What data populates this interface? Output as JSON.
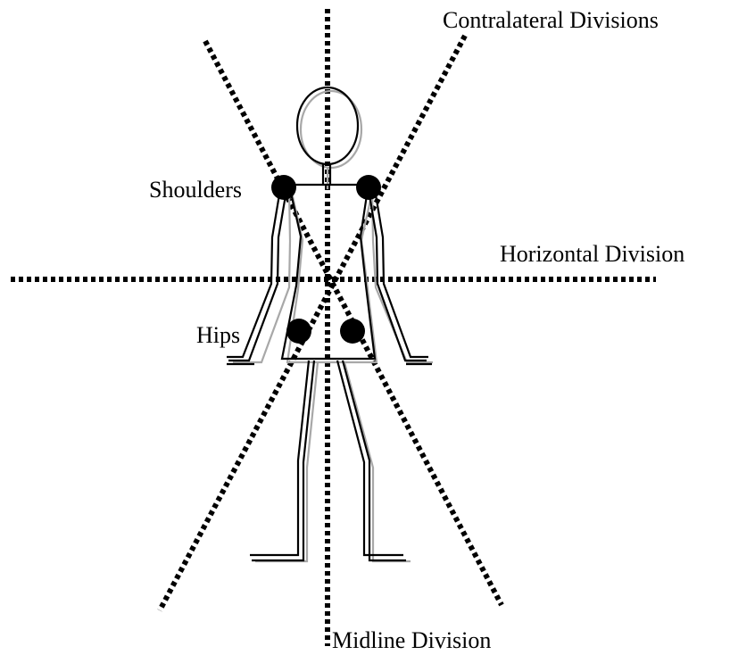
{
  "labels": {
    "contralateral": "Contralateral Divisions",
    "shoulders": "Shoulders",
    "horizontal": "Horizontal Division",
    "hips": "Hips",
    "midline": "Midline Division"
  },
  "colors": {
    "lines": "#000000",
    "shadow_outline": "#a8a8a8",
    "background": "#ffffff"
  }
}
